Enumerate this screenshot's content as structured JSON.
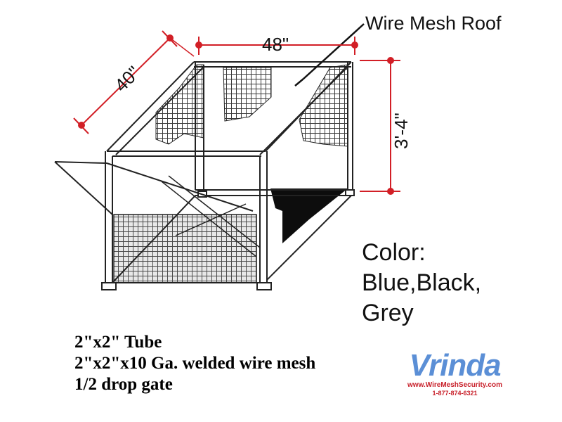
{
  "callout": {
    "text": "Wire Mesh Roof"
  },
  "dimensions": {
    "depth": "40\"",
    "width": "48\"",
    "height": "3'-4\""
  },
  "colors": {
    "heading": "Color:",
    "line1": "Blue,Black,",
    "line2": "Grey"
  },
  "specs": [
    "2\"x2\" Tube",
    "2\"x2\"x10 Ga. welded wire mesh",
    "1/2 drop gate"
  ],
  "brand": {
    "name": "Vrinda",
    "url": "www.WireMeshSecurity.com",
    "phone": "1-877-874-6321",
    "name_color": "#5b8fd6",
    "accent_color": "#c8202a"
  },
  "dimension_line_color": "#d21f26"
}
